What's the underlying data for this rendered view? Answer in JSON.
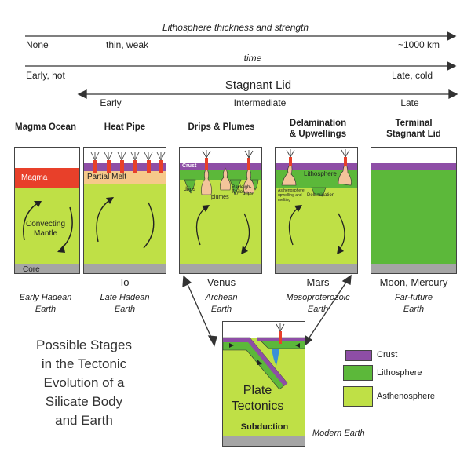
{
  "timeline": {
    "lithosphere_title": "Lithosphere thickness and strength",
    "none": "None",
    "thin_weak": "thin, weak",
    "km": "~1000 km",
    "time_title": "time",
    "early_hot": "Early, hot",
    "late_cold": "Late, cold",
    "stagnant_lid_title": "Stagnant Lid",
    "early": "Early",
    "intermediate": "Intermediate",
    "late": "Late"
  },
  "panels": [
    {
      "title_line1": "Magma Ocean",
      "title_line2": "",
      "body": "",
      "era_line1": "Early Hadean",
      "era_line2": "Earth"
    },
    {
      "title_line1": "Heat Pipe",
      "title_line2": "",
      "body": "Io",
      "era_line1": "Late Hadean",
      "era_line2": "Earth"
    },
    {
      "title_line1": "Drips & Plumes",
      "title_line2": "",
      "body": "Venus",
      "era_line1": "Archean",
      "era_line2": "Earth"
    },
    {
      "title_line1": "Delamination",
      "title_line2": "& Upwellings",
      "body": "Mars",
      "era_line1": "Mesoproterozoic",
      "era_line2": "Earth"
    },
    {
      "title_line1": "Terminal",
      "title_line2": "Stagnant Lid",
      "body": "Moon, Mercury",
      "era_line1": "Far-future",
      "era_line2": "Earth"
    }
  ],
  "inner_labels": {
    "magma": "Magma",
    "convecting_mantle_1": "Convecting",
    "convecting_mantle_2": "Mantle",
    "core": "Core",
    "partial_melt": "Partial Melt",
    "crust": "Crust",
    "drips": "drips",
    "plumes": "plumes",
    "rayleigh_1": "Rayleigh-Taylor",
    "rayleigh_2": "drips",
    "lithosphere": "Lithosphere",
    "asth_up_1": "Asthenosphere",
    "asth_up_2": "upwelling and",
    "asth_up_3": "melting",
    "delamination": "Delamination"
  },
  "plate": {
    "title_line1": "Plate",
    "title_line2": "Tectonics",
    "subtitle": "Subduction",
    "era": "Modern Earth"
  },
  "caption": {
    "line1": "Possible Stages",
    "line2": "in the Tectonic",
    "line3": "Evolution of a",
    "line4": "Silicate Body",
    "line5": "and Earth"
  },
  "legend": [
    {
      "label": "Crust",
      "color": "#8e4ea6"
    },
    {
      "label": "Lithosphere",
      "color": "#5cb83a"
    },
    {
      "label": "Asthenosphere",
      "color": "#bfe046"
    }
  ],
  "colors": {
    "magma": "#e8402a",
    "partial_melt": "#f6c98a",
    "crust": "#8e4ea6",
    "lithosphere": "#5cb83a",
    "asthenosphere": "#bfe046",
    "core": "#a5a5a5",
    "plume": "#f3c49a",
    "volcano": "#e8402a"
  }
}
